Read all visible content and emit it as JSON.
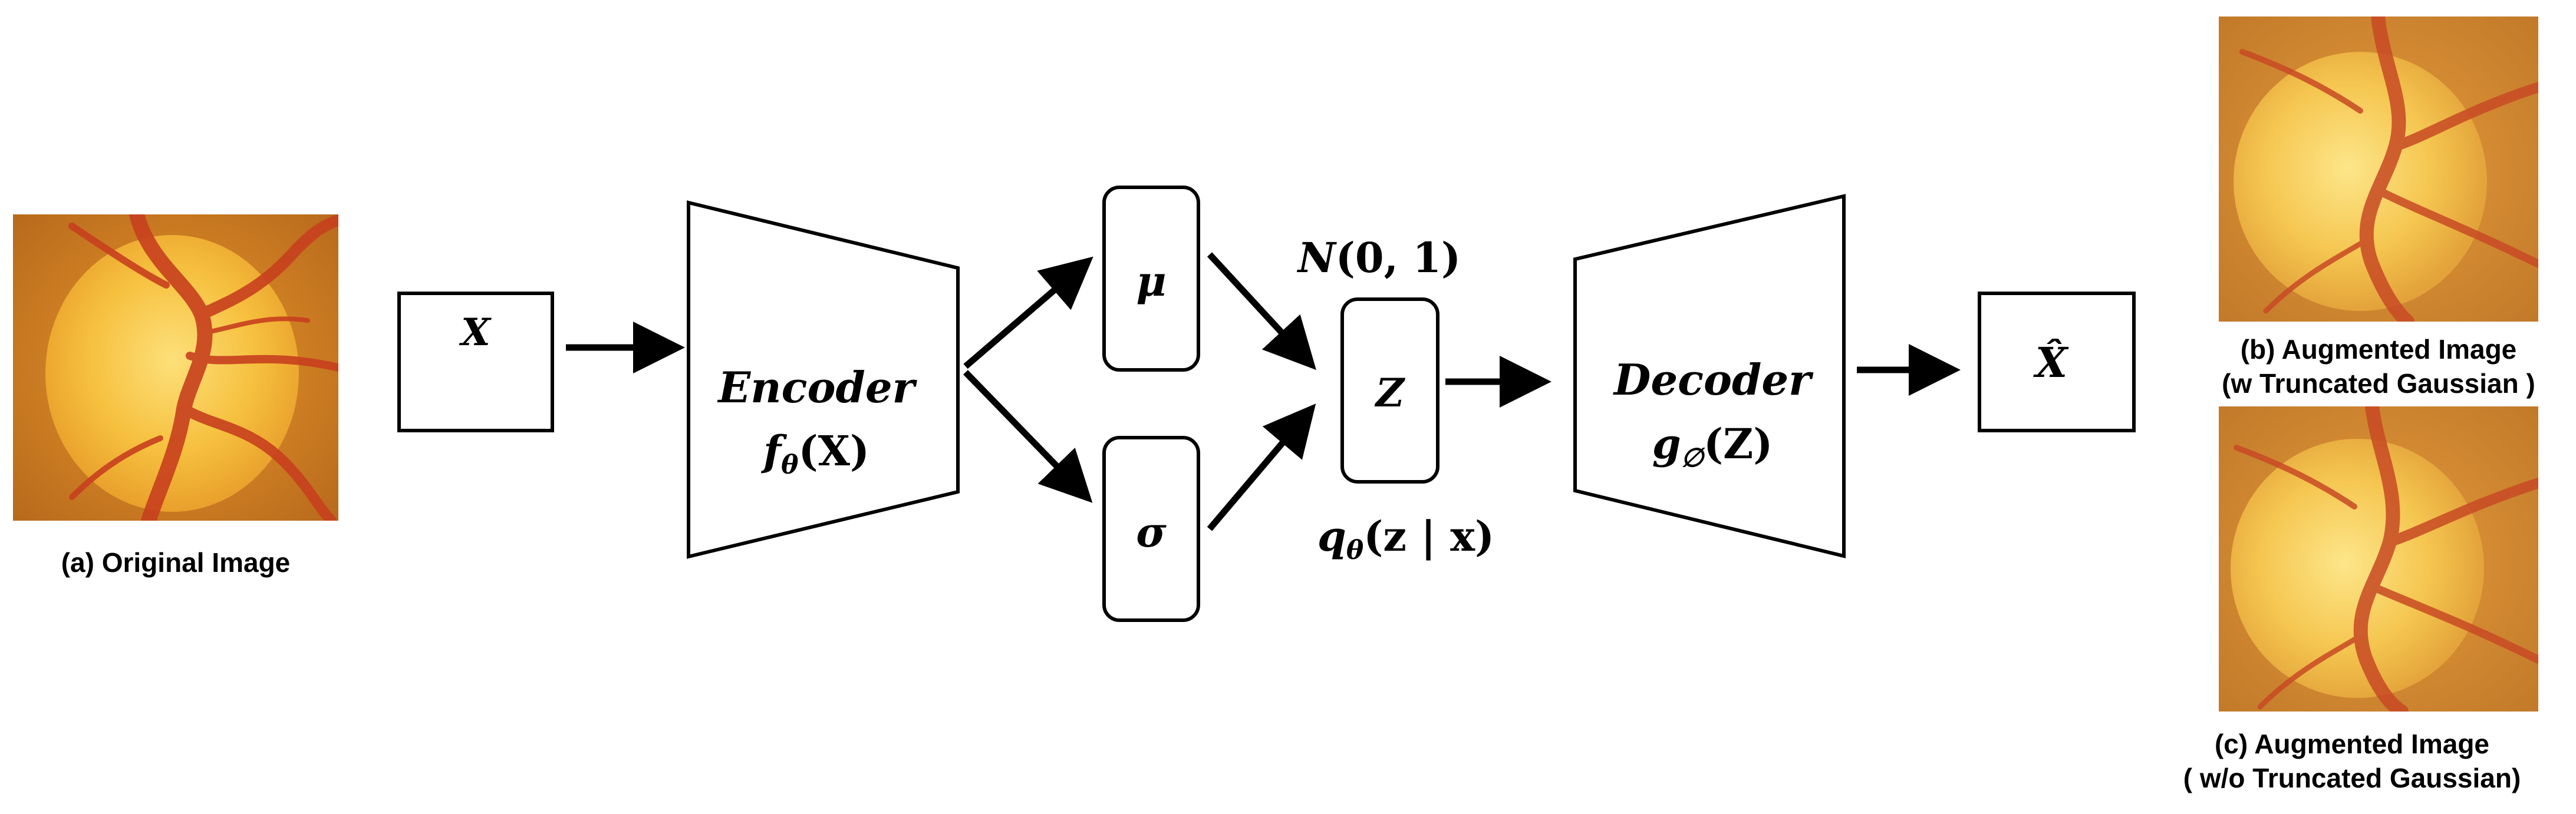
{
  "captions": {
    "original": "(a) Original Image",
    "augmented_truncated_line1": "(b) Augmented Image",
    "augmented_truncated_line2": "(w Truncated Gaussian )",
    "augmented_plain_line1": "(c) Augmented Image",
    "augmented_plain_line2": "( w/o Truncated Gaussian)"
  },
  "blocks": {
    "input": "X",
    "encoder_title": "Encoder",
    "encoder_func": "f",
    "encoder_sub": "θ",
    "encoder_arg": "(X)",
    "mu": "μ",
    "sigma": "σ",
    "prior_N": "N",
    "prior_args": "(0, 1)",
    "latent": "Z",
    "posterior_q": "q",
    "posterior_sub": "θ",
    "posterior_args": "(z | x)",
    "decoder_title": "Decoder",
    "decoder_func": "g",
    "decoder_sub": "∅",
    "decoder_arg": "(Z)",
    "output": "X̂"
  },
  "colors": {
    "fundus_background": "#c8781e",
    "optic_disc": "#f7c440",
    "vessel": "#c8401e",
    "line": "#000000"
  }
}
